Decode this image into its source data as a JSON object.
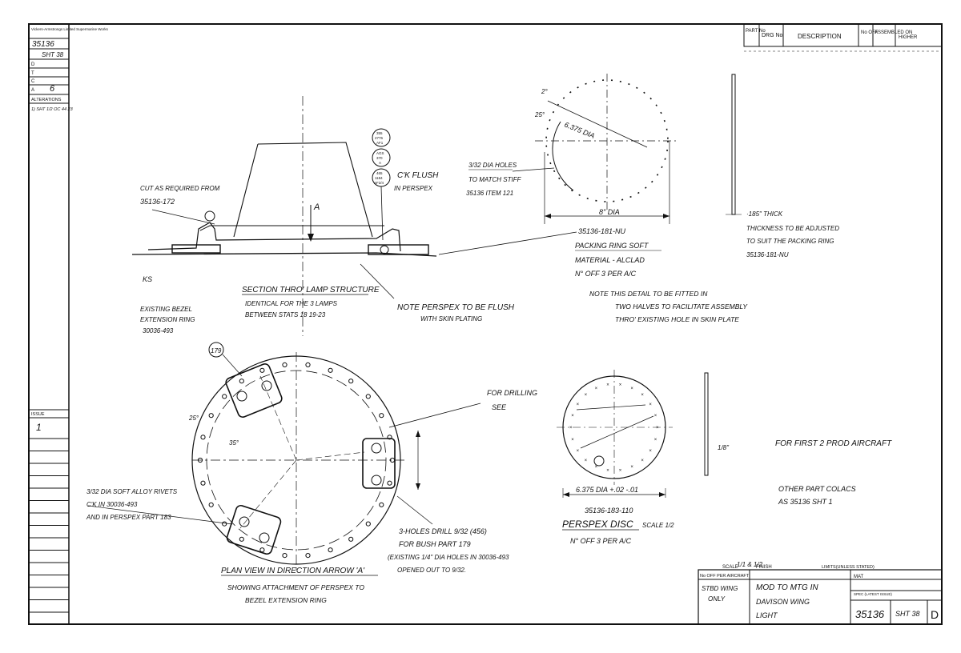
{
  "title_strip": {
    "company": "Vickers-Armstrongs Limited Supermarine Works",
    "drawing_no": "35136",
    "sheet": "SHT 38",
    "rows": [
      "D",
      "T",
      "C",
      "A"
    ],
    "row_a_value": "6",
    "alterations_header": "ALTERATIONS",
    "alterations_note": "1) SHT 1/2 OC 44 23",
    "issue_header": "ISSUE",
    "issue_value": "1"
  },
  "parts_list": {
    "col_part": "PART No",
    "col_drg": "DRG No",
    "col_desc": "DESCRIPTION",
    "col_no_off": "No OFF",
    "col_assembled": "ASSEMBLED ON",
    "col_last": "HIGHER"
  },
  "notes": {
    "cut_from": "CUT AS REQUIRED FROM",
    "cut_part": "35136-172",
    "ks": "KS",
    "existing_bezel": [
      "EXISTING BEZEL",
      "EXTENSION RING",
      "30036-493"
    ],
    "section": [
      "SECTION THRO' LAMP STRUCTURE",
      "IDENTICAL FOR THE 3 LAMPS",
      "BETWEEN STATS 18 19-23"
    ],
    "perspex_flush": [
      "NOTE PERSPEX TO BE FLUSH",
      "WITH SKIN PLATING"
    ],
    "csk_flush": [
      "C'K FLUSH",
      "IN PERSPEX"
    ],
    "bubble_1": [
      "355",
      "2776",
      "AF1"
    ],
    "bubble_2": [
      "AGS",
      "370",
      "A"
    ],
    "bubble_3": [
      "465",
      "1184",
      "AF2/4"
    ],
    "arrow_a": "A",
    "holes_3_32": [
      "3/32 DIA HOLES",
      "TO MATCH STIFF",
      "35136 ITEM 121"
    ],
    "dia_6375": "6.375 DIA",
    "dia_8": "8\" DIA",
    "angle_2": "2°",
    "angle_25": "25°",
    "packing": [
      "35136-181-NU",
      "PACKING RING SOFT",
      "MATERIAL - ALCLAD",
      "N° OFF 3 PER A/C"
    ],
    "detail_note": [
      "NOTE THIS DETAIL TO BE FITTED IN",
      "TWO HALVES TO FACILITATE ASSEMBLY",
      "THRO' EXISTING HOLE IN SKIN PLATE"
    ],
    "thickness": [
      "·185\" THICK",
      "THICKNESS TO BE ADJUSTED",
      "TO SUIT THE PACKING RING",
      "35136-181-NU"
    ],
    "rivets": [
      "3/32 DIA SOFT ALLOY RIVETS",
      "C'K IN 30036-493",
      "AND IN PERSPEX PART 183"
    ],
    "for_drilling": [
      "FOR DRILLING",
      "SEE"
    ],
    "holes_drill": [
      "3-HOLES DRILL 9/32 (456)",
      "FOR BUSH PART 179",
      "(EXISTING 1/4\" DIA HOLES IN 30036-493",
      "OPENED OUT TO 9/32."
    ],
    "plan_view": [
      "PLAN VIEW IN DIRECTION ARROW 'A'",
      "SHOWING ATTACHMENT OF PERSPEX TO",
      "BEZEL EXTENSION RING"
    ],
    "part_179": "179",
    "angle_plan_25": "25°",
    "angle_plan_35": "35°",
    "disc_dia": "6.375 DIA +.02 -.01",
    "disc_part": "35136-183-110",
    "disc_title": "PERSPEX DISC",
    "disc_scale": "SCALE 1/2",
    "disc_off": "N° OFF 3 PER A/C",
    "sixteenth": "1/8\"",
    "first_2": "FOR FIRST 2 PROD AIRCRAFT",
    "other": [
      "OTHER PART COLACS",
      "AS 35136 SHT 1"
    ]
  },
  "title_block": {
    "scale_label": "SCALE",
    "scale_value": "1/1 & 1/2",
    "finish_label": "FINISH",
    "limits_label": "LIMITS(UNLESS STATED)",
    "no_off_label": "No OFF PER AIRCRAFT",
    "no_off_value": [
      "STBD WING",
      "ONLY"
    ],
    "title_line1": "MOD TO MTG IN",
    "title_line2": "DAVISON WING",
    "title_line3": "LIGHT",
    "mat_label": "MAT",
    "spec_label": "SPEC (LATEST ISSUE)",
    "drawing_no": "35136",
    "sheet": "SHT 38",
    "issue_letter": "D"
  }
}
